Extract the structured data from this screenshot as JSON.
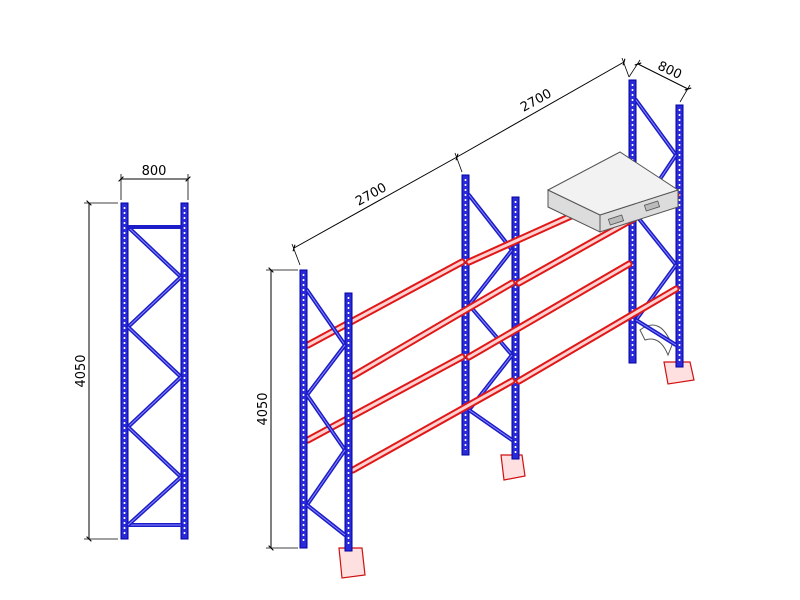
{
  "dimensions": {
    "frame_width": "800",
    "frame_height": "4050",
    "bay_length_front": "2700",
    "bay_length_back": "2700",
    "rack_depth": "800",
    "rack_height": "4050"
  },
  "colors": {
    "upright": "#2a2ad8",
    "beam": "#e01818",
    "pallet": "#f2f2f2",
    "dimension_line": "#000000"
  }
}
